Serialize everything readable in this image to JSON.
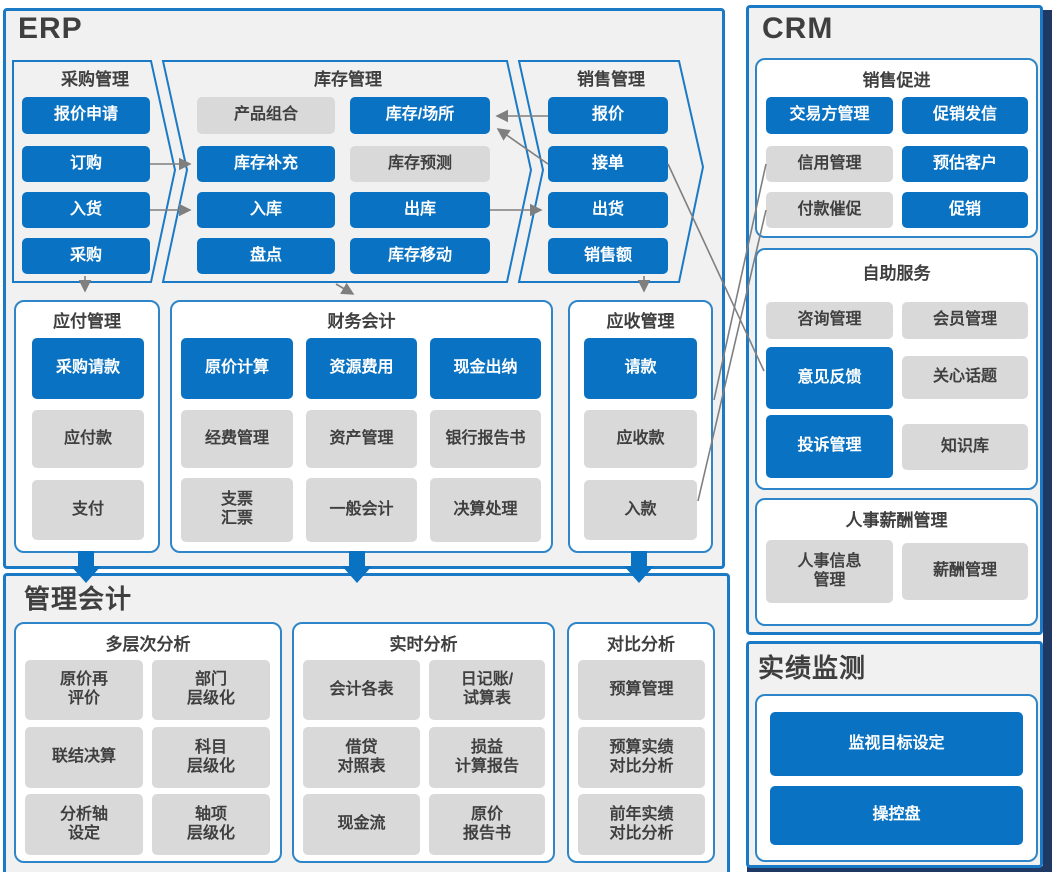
{
  "colors": {
    "accent_blue": "#0a72c2",
    "border_blue": "#1b7ac5",
    "panel_bg": "#f1f1f2",
    "gray_box": "#d9d9d9",
    "line_gray": "#7f7f7f",
    "navy_backdrop": "#1f3864",
    "text_dark": "#3f3f3f"
  },
  "erp": {
    "title": "ERP",
    "purchase": {
      "title": "采购管理",
      "items": [
        "报价申请",
        "订购",
        "入货",
        "采购"
      ]
    },
    "inventory": {
      "title": "库存管理",
      "items": [
        "产品组合",
        "库存/场所",
        "库存补充",
        "库存预测",
        "入库",
        "出库",
        "盘点",
        "库存移动"
      ]
    },
    "sales": {
      "title": "销售管理",
      "items": [
        "报价",
        "接单",
        "出货",
        "销售额"
      ]
    },
    "payable": {
      "title": "应付管理",
      "items": [
        "采购请款",
        "应付款",
        "支付"
      ]
    },
    "finance": {
      "title": "财务会计",
      "items": [
        "原价计算",
        "资源费用",
        "现金出纳",
        "经费管理",
        "资产管理",
        "银行报告书",
        "支票\n汇票",
        "一般会计",
        "决算处理"
      ]
    },
    "receivable": {
      "title": "应收管理",
      "items": [
        "请款",
        "应收款",
        "入款"
      ]
    }
  },
  "crm": {
    "title": "CRM",
    "promotion": {
      "title": "销售促进",
      "items": [
        "交易方管理",
        "促销发信",
        "信用管理",
        "预估客户",
        "付款催促",
        "促销"
      ]
    },
    "self_service": {
      "title": "自助服务",
      "items": [
        "咨询管理",
        "会员管理",
        "意见反馈",
        "关心话题",
        "投诉管理",
        "知识库"
      ]
    },
    "hr": {
      "title": "人事薪酬管理",
      "items": [
        "人事信息\n管理",
        "薪酬管理"
      ]
    }
  },
  "management": {
    "title": "管理会计",
    "multi_level": {
      "title": "多层次分析",
      "items": [
        "原价再\n评价",
        "部门\n层级化",
        "联结决算",
        "科目\n层级化",
        "分析轴\n设定",
        "轴项\n层级化"
      ]
    },
    "realtime": {
      "title": "实时分析",
      "items": [
        "会计各表",
        "日记账/\n试算表",
        "借贷\n对照表",
        "损益\n计算报告",
        "现金流",
        "原价\n报告书"
      ]
    },
    "comparison": {
      "title": "对比分析",
      "items": [
        "预算管理",
        "预算实绩\n对比分析",
        "前年实绩\n对比分析"
      ]
    }
  },
  "performance": {
    "title": "实绩监测",
    "items": [
      "监视目标设定",
      "操控盘"
    ]
  }
}
